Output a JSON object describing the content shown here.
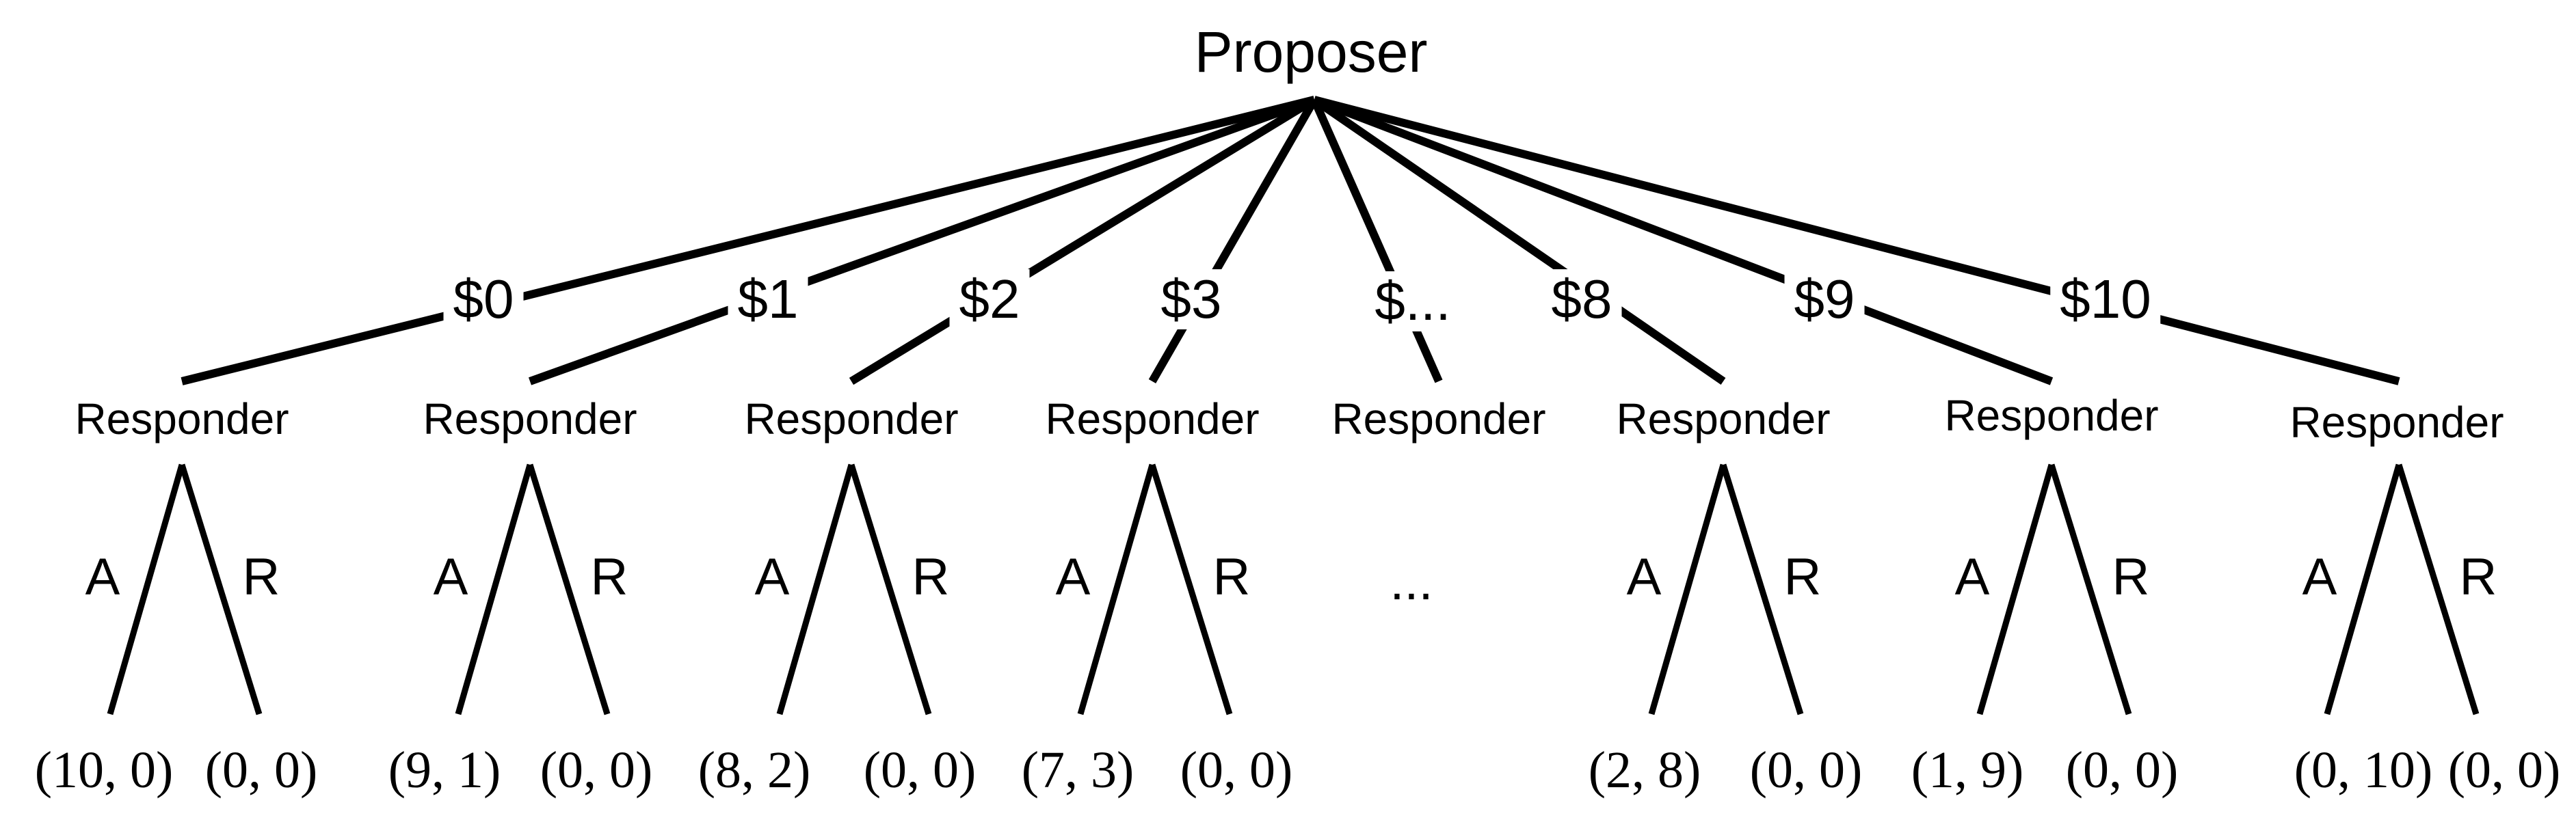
{
  "figure": {
    "description": "Ultimatum game tree",
    "root_label": "Proposer",
    "colors": {
      "line_color": "#000000",
      "text_color": "#000000",
      "background_color": "#ffffff"
    },
    "branches": [
      {
        "offer_label": "$0",
        "responder_label": "Responder",
        "accept_label": "A",
        "reject_label": "R",
        "accept_payoff": "(10, 0)",
        "reject_payoff": "(0, 0)"
      },
      {
        "offer_label": "$1",
        "responder_label": "Responder",
        "accept_label": "A",
        "reject_label": "R",
        "accept_payoff": "(9, 1)",
        "reject_payoff": "(0, 0)"
      },
      {
        "offer_label": "$2",
        "responder_label": "Responder",
        "accept_label": "A",
        "reject_label": "R",
        "accept_payoff": "(8, 2)",
        "reject_payoff": "(0, 0)"
      },
      {
        "offer_label": "$3",
        "responder_label": "Responder",
        "accept_label": "A",
        "reject_label": "R",
        "accept_payoff": "(7, 3)",
        "reject_payoff": "(0, 0)"
      },
      {
        "offer_label": "$...",
        "responder_label": "Responder",
        "ellipsis_label": "..."
      },
      {
        "offer_label": "$8",
        "responder_label": "Responder",
        "accept_label": "A",
        "reject_label": "R",
        "accept_payoff": "(2, 8)",
        "reject_payoff": "(0, 0)"
      },
      {
        "offer_label": "$9",
        "responder_label": "Responder",
        "accept_label": "A",
        "reject_label": "R",
        "accept_payoff": "(1, 9)",
        "reject_payoff": "(0, 0)"
      },
      {
        "offer_label": "$10",
        "responder_label": "Responder",
        "accept_label": "A",
        "reject_label": "R",
        "accept_payoff": "(0, 10)",
        "reject_payoff": "(0, 0)"
      }
    ]
  }
}
